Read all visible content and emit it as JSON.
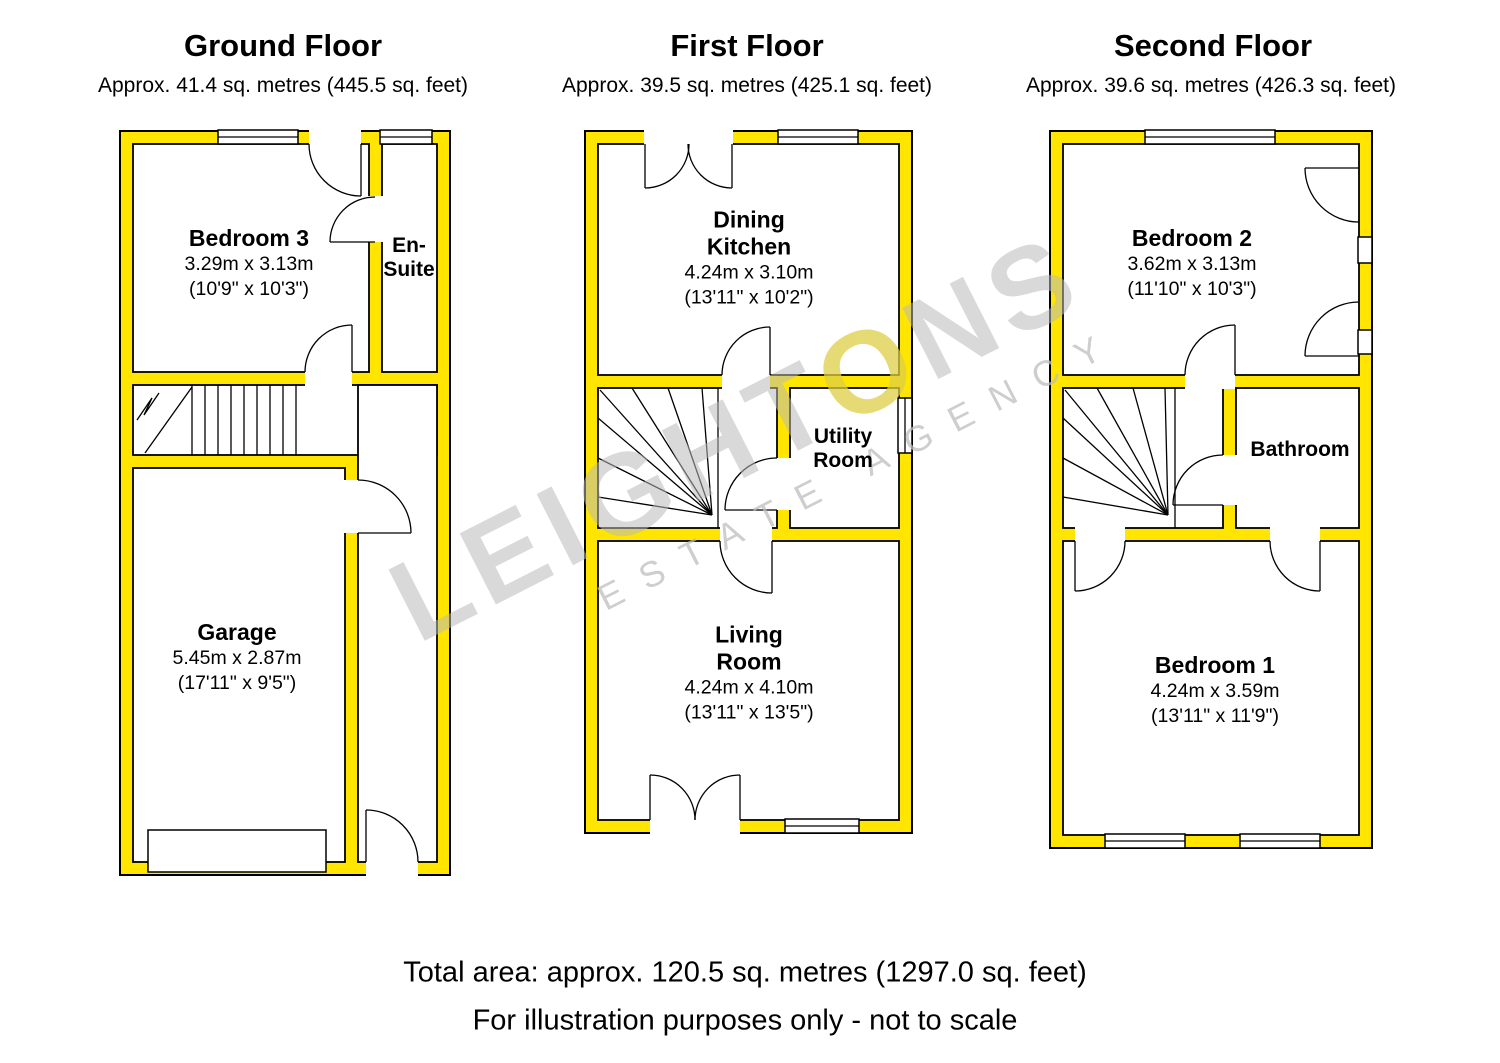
{
  "colors": {
    "wall_fill": "#FFE500",
    "outline": "#000000",
    "watermark_gray": "#b9b9b9",
    "watermark_accent": "#decd46",
    "background": "#ffffff"
  },
  "watermark": {
    "part1": "LEIGHT",
    "accent": "O",
    "part2": "NS",
    "tagline": "ESTATE AGENCY"
  },
  "floors": [
    {
      "title": "Ground Floor",
      "subtitle": "Approx. 41.4 sq. metres (445.5 sq. feet)",
      "rooms": {
        "bedroom3": {
          "name": "Bedroom 3",
          "metric": "3.29m x 3.13m",
          "imperial": "(10'9\" x 10'3\")"
        },
        "ensuite": {
          "name1": "En-",
          "name2": "Suite"
        },
        "garage": {
          "name": "Garage",
          "metric": "5.45m x 2.87m",
          "imperial": "(17'11\" x 9'5\")"
        }
      }
    },
    {
      "title": "First Floor",
      "subtitle": "Approx. 39.5 sq. metres (425.1 sq. feet)",
      "rooms": {
        "dining_kitchen": {
          "name1": "Dining",
          "name2": "Kitchen",
          "metric": "4.24m x 3.10m",
          "imperial": "(13'11\" x 10'2\")"
        },
        "utility": {
          "name1": "Utility",
          "name2": "Room"
        },
        "living": {
          "name1": "Living",
          "name2": "Room",
          "metric": "4.24m x 4.10m",
          "imperial": "(13'11\" x 13'5\")"
        }
      }
    },
    {
      "title": "Second Floor",
      "subtitle": "Approx. 39.6 sq. metres (426.3 sq. feet)",
      "rooms": {
        "bedroom2": {
          "name": "Bedroom 2",
          "metric": "3.62m x 3.13m",
          "imperial": "(11'10\" x 10'3\")"
        },
        "bathroom": {
          "name": "Bathroom"
        },
        "bedroom1": {
          "name": "Bedroom 1",
          "metric": "4.24m x 3.59m",
          "imperial": "(13'11\" x 11'9\")"
        }
      }
    }
  ],
  "footer": {
    "total_area": "Total area: approx. 120.5 sq. metres (1297.0 sq. feet)",
    "disclaimer": "For illustration purposes only - not to scale"
  }
}
